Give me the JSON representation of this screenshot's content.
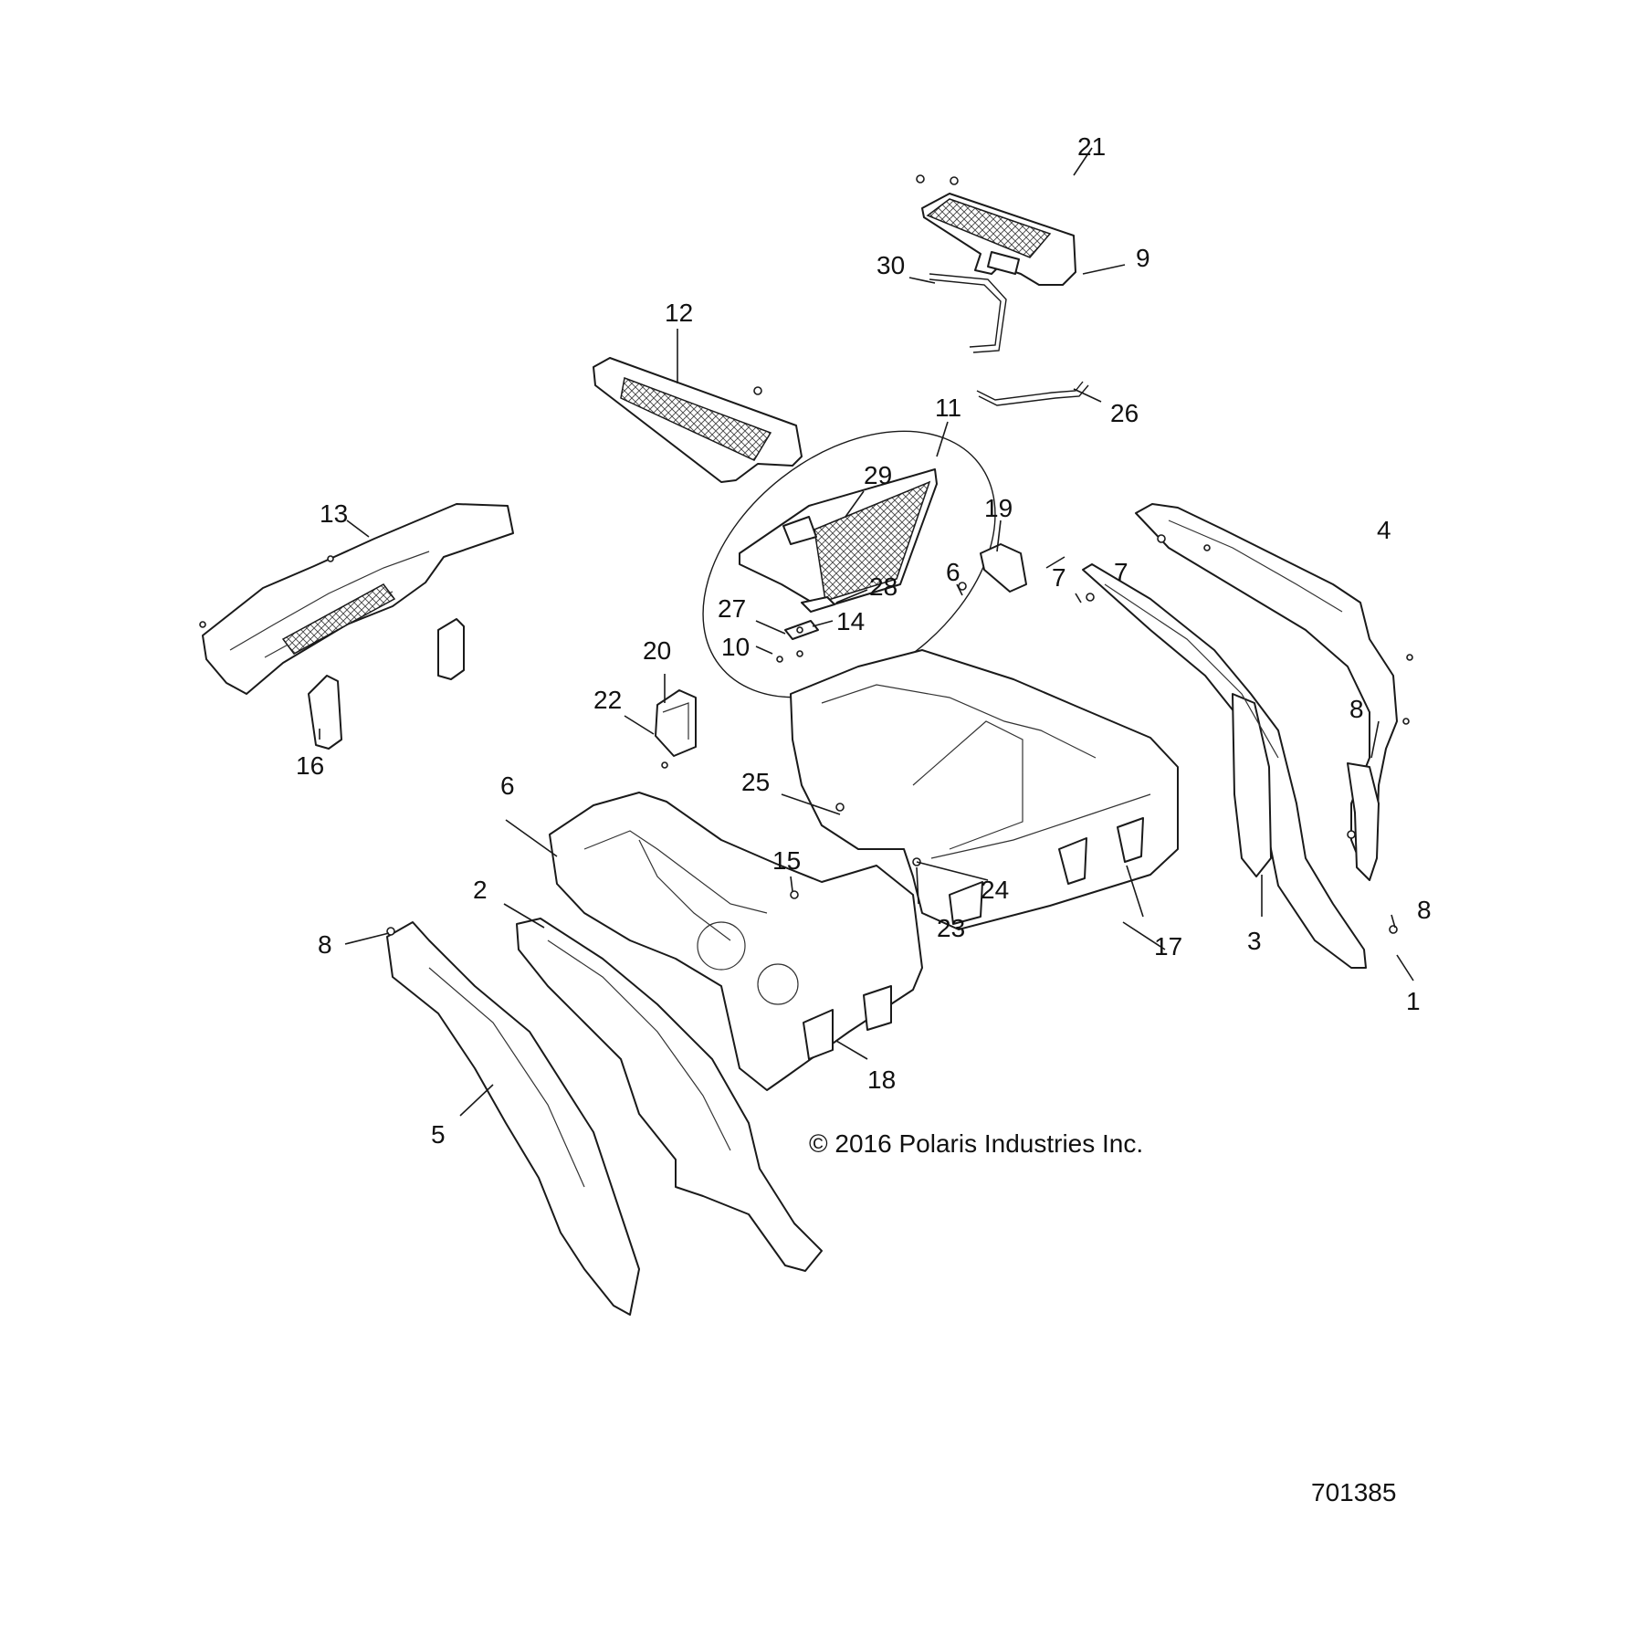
{
  "copyright": "© 2016 Polaris Industries Inc.",
  "diagram_number": "701385",
  "callouts": {
    "c1": "1",
    "c2": "2",
    "c3": "3",
    "c4": "4",
    "c5": "5",
    "c6a": "6",
    "c6b": "6",
    "c7a": "7",
    "c7b": "7",
    "c8a": "8",
    "c8b": "8",
    "c8c": "8",
    "c9": "9",
    "c10": "10",
    "c11": "11",
    "c12": "12",
    "c13": "13",
    "c14": "14",
    "c15": "15",
    "c16": "16",
    "c17": "17",
    "c18": "18",
    "c19": "19",
    "c20": "20",
    "c21": "21",
    "c22": "22",
    "c23": "23",
    "c24": "24",
    "c25": "25",
    "c26": "26",
    "c27": "27",
    "c28": "28",
    "c29": "29",
    "c30": "30"
  }
}
